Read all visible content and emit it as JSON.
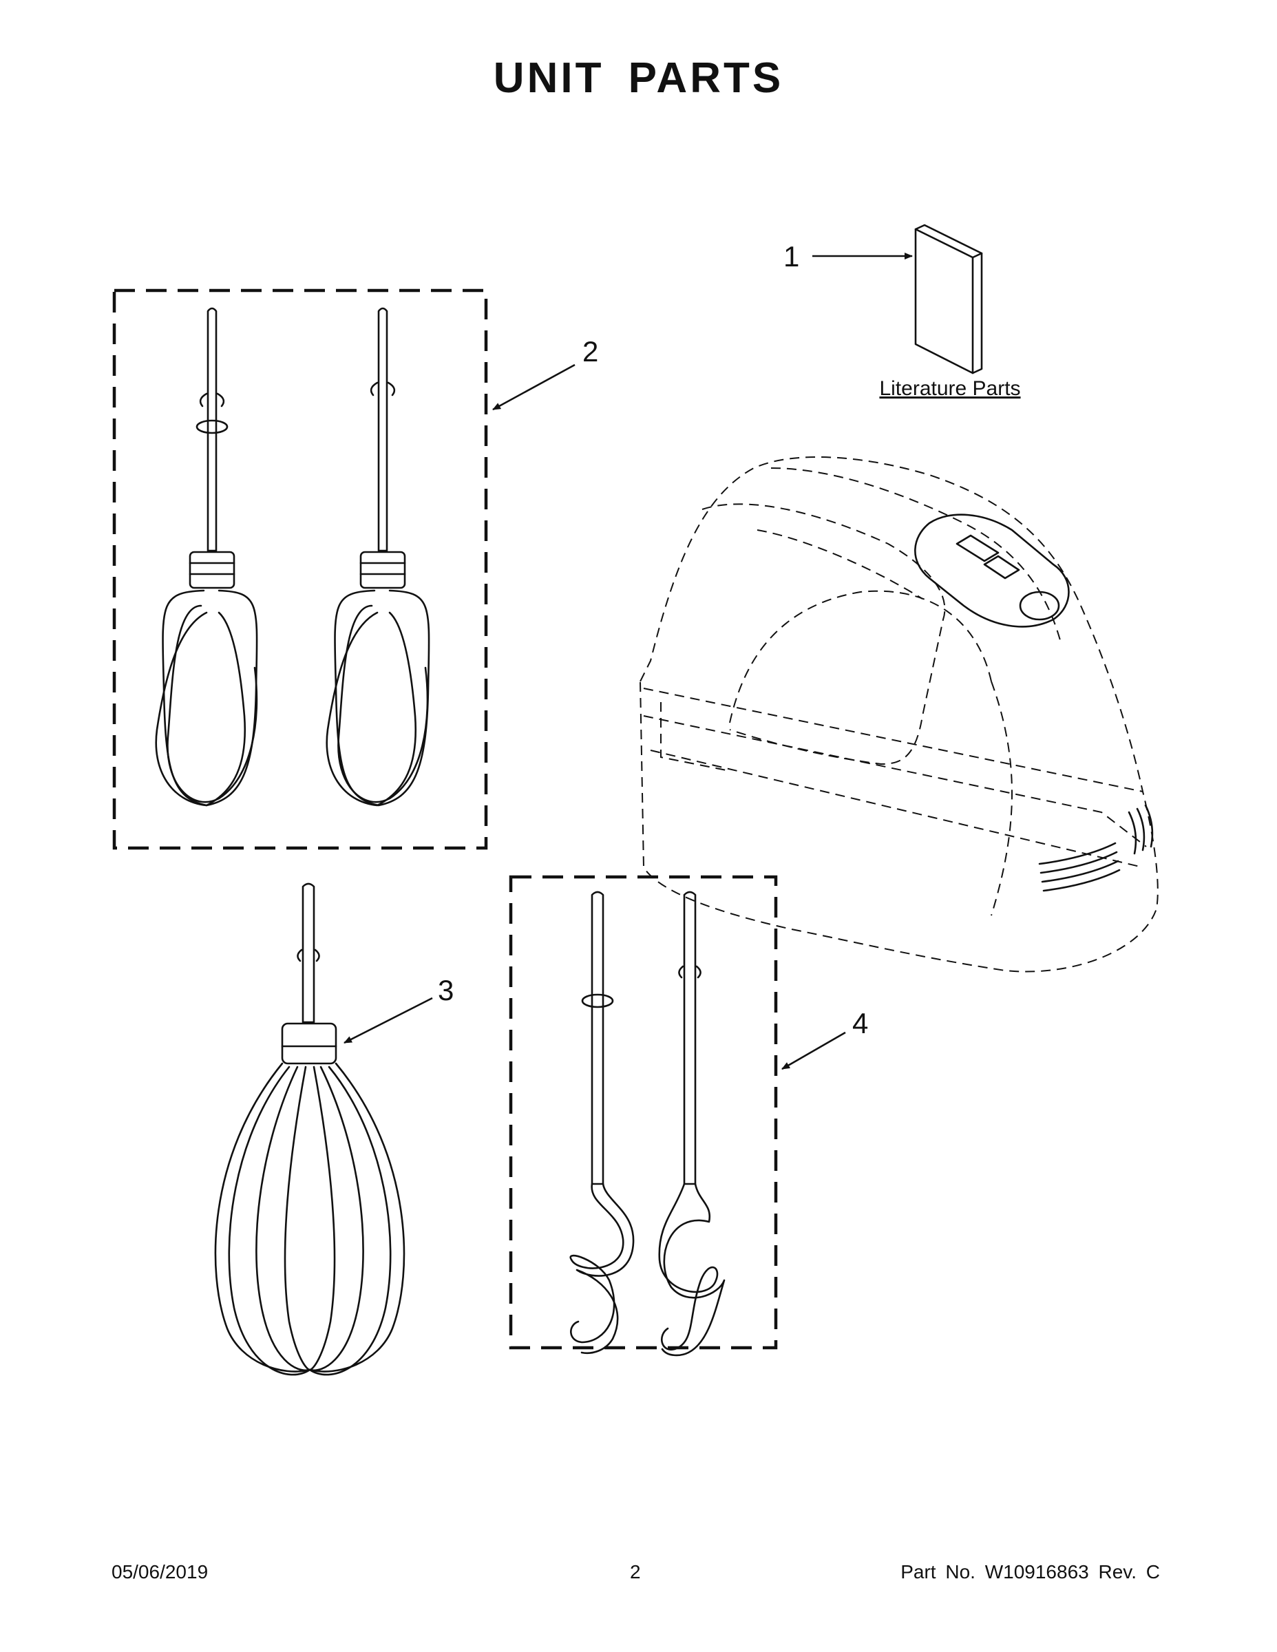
{
  "title": "UNIT PARTS",
  "callouts": {
    "c1": "1",
    "c2": "2",
    "c3": "3",
    "c4": "4"
  },
  "literature_label": "Literature Parts",
  "footer": {
    "date": "05/06/2019",
    "page": "2",
    "part": "Part No.  W10916863  Rev.  C"
  }
}
